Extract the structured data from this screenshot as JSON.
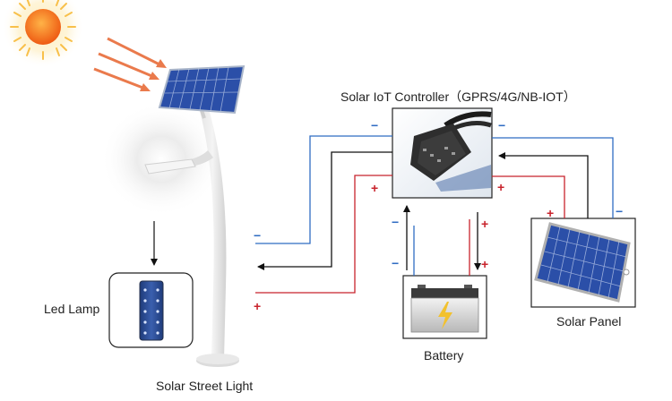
{
  "labels": {
    "controller": "Solar IoT Controller（GPRS/4G/NB-IOT）",
    "led_lamp": "Led Lamp",
    "street_light": "Solar Street Light",
    "battery": "Battery",
    "solar_panel": "Solar Panel"
  },
  "signs": {
    "minus": "−",
    "plus": "+"
  },
  "colors": {
    "negative_wire": "#2f6cc2",
    "positive_wire": "#c8232c",
    "signal_wire": "#111111",
    "sun": "#f5a21b",
    "panel_cells": "#2b4fa8"
  }
}
